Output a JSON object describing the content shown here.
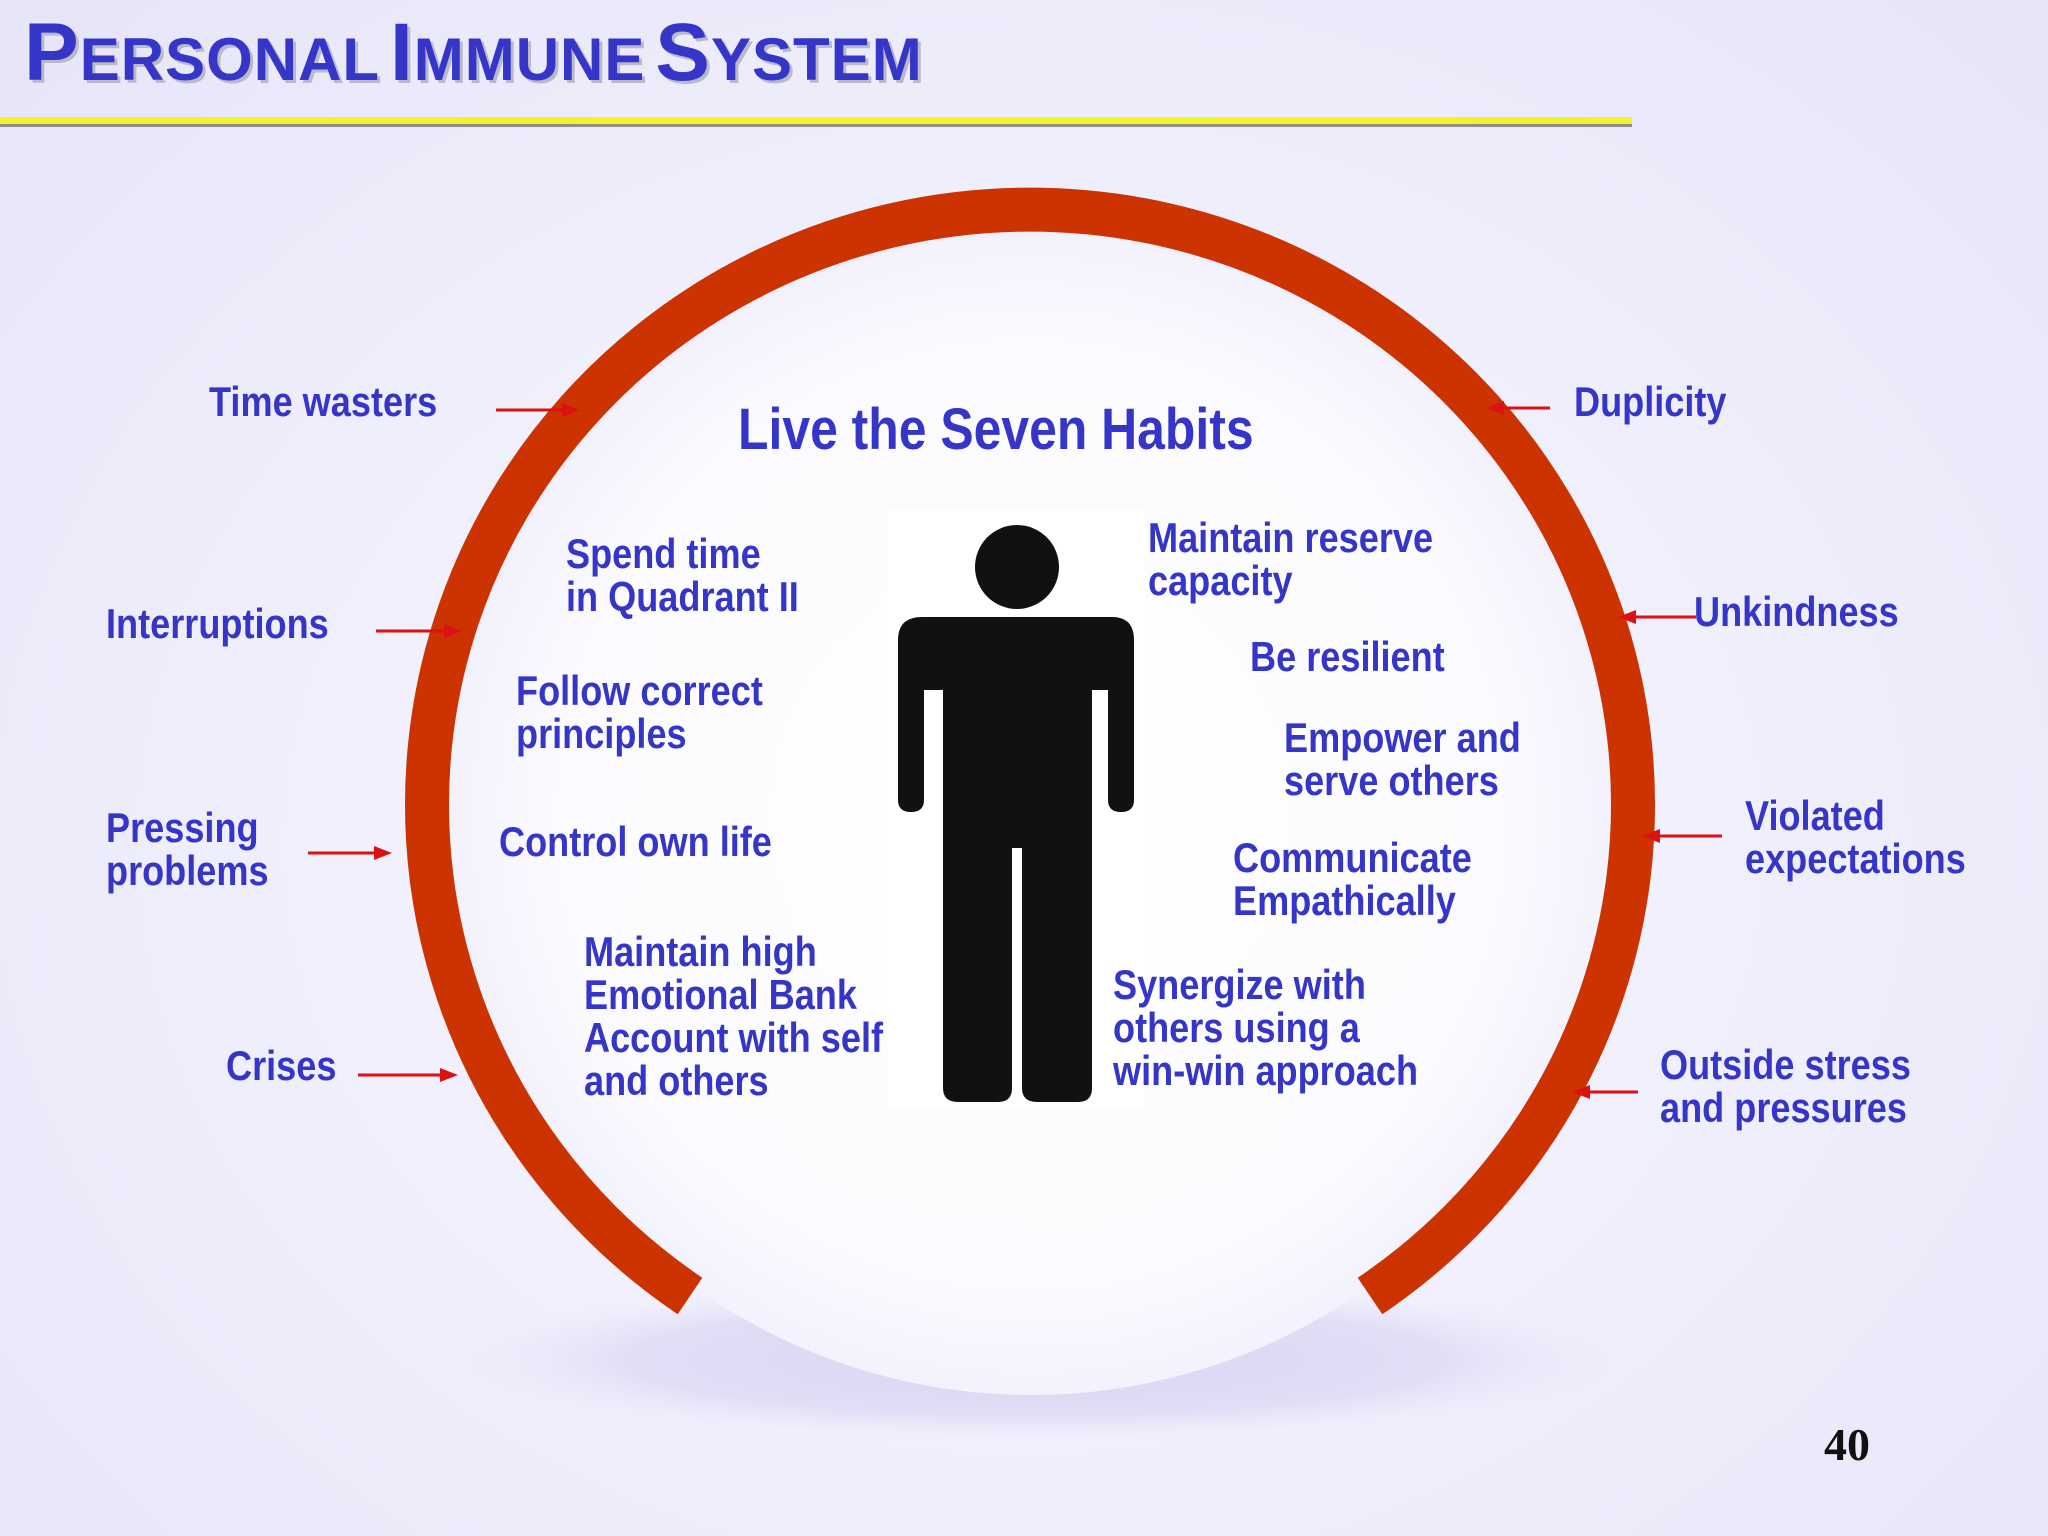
{
  "title": {
    "words": [
      {
        "initial": "P",
        "rest": "ERSONAL"
      },
      {
        "initial": "I",
        "rest": "MMUNE"
      },
      {
        "initial": "S",
        "rest": "YSTEM"
      }
    ]
  },
  "center_heading": "Live the Seven Habits",
  "habits": {
    "quadrant": "Spend time\nin Quadrant II",
    "principles": "Follow correct\nprinciples",
    "control": "Control own life",
    "emotional_bank": "Maintain high\nEmotional Bank\nAccount with self\nand others",
    "reserve": "Maintain reserve\ncapacity",
    "resilient": "Be resilient",
    "empower": "Empower and\nserve others",
    "communicate": "Communicate\nEmpathically",
    "synergize": "Synergize with\nothers using a\nwin-win approach"
  },
  "threats": {
    "time_wasters": "Time wasters",
    "interruptions": "Interruptions",
    "pressing_problems": "Pressing\nproblems",
    "crises": "Crises",
    "duplicity": "Duplicity",
    "unkindness": "Unkindness",
    "violated_expectations": "Violated\nexpectations",
    "outside_stress": "Outside stress\nand pressures"
  },
  "page_number": "40",
  "colors": {
    "text_blue": "#3535c8",
    "arc": "#cc3300",
    "arrow": "#dd1111",
    "title_rule": "#f3f32a",
    "figure": "#111111"
  }
}
